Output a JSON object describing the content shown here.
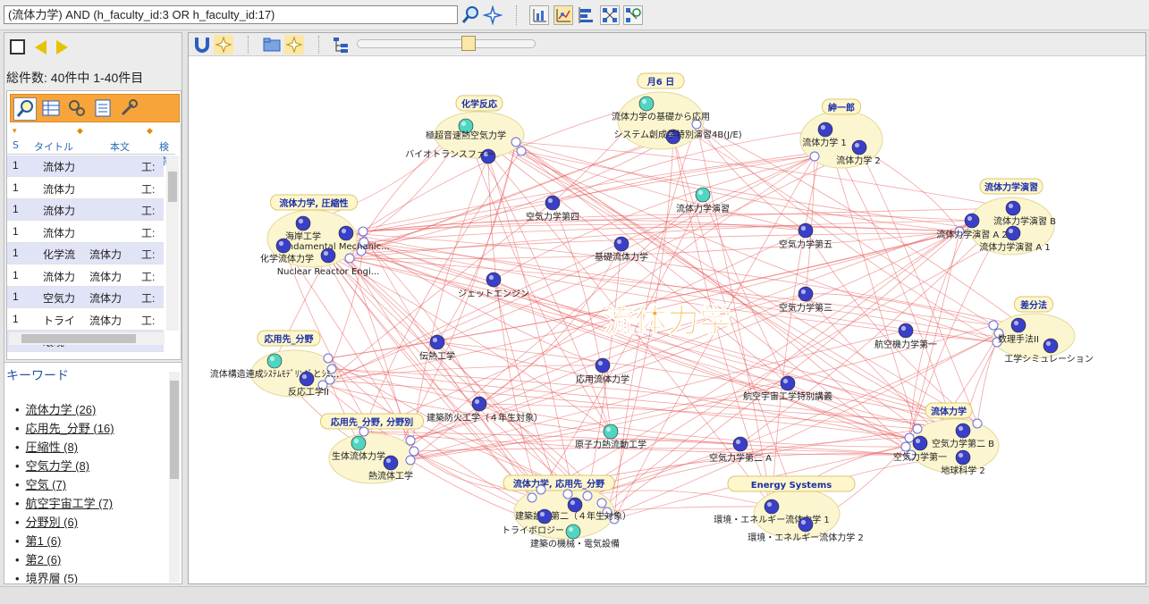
{
  "search": {
    "query": "(流体力学) AND (h_faculty_id:3 OR h_faculty_id:17)"
  },
  "results": {
    "total_label": "総件数: 40件中 1-40件目"
  },
  "table": {
    "headers": [
      "S",
      "タイトル",
      "本文",
      "検索"
    ],
    "rows": [
      [
        "1",
        "流体力",
        "",
        "工:"
      ],
      [
        "1",
        "流体力",
        "",
        "工:"
      ],
      [
        "1",
        "流体力",
        "",
        "工:"
      ],
      [
        "1",
        "流体力",
        "",
        "工:"
      ],
      [
        "1",
        "化学流",
        "流体力",
        "工:"
      ],
      [
        "1",
        "流体力",
        "流体力",
        "工:"
      ],
      [
        "1",
        "空気力",
        "流体力",
        "工:"
      ],
      [
        "1",
        "トライ",
        "流体力",
        "工:"
      ],
      [
        "1",
        "環境",
        "",
        ""
      ]
    ]
  },
  "keywords": {
    "title": "キーワード",
    "items": [
      "流体力学 (26)",
      "応用先_分野 (16)",
      "圧縮性 (8)",
      "空気力学 (8)",
      "空気 (7)",
      "航空宇宙工学 (7)",
      "分野別 (6)",
      "第1 (6)",
      "第2 (6)",
      "境界層 (5)"
    ]
  },
  "graph": {
    "center_label": "流体力学",
    "center_color": "#f5a623",
    "node_color": "#3a3fc8",
    "leaf_color": "#4fd6c0",
    "edge_color": "#e85a5a",
    "group_fill": "#fbf6d0",
    "group_label_color": "#1a2fa8",
    "groups": [
      {
        "label": "化学反応",
        "items": [
          "極超音速熱空気力学",
          "バイオトランスファー"
        ]
      },
      {
        "label": "月6 日",
        "items": [
          "流体力学の基礎から応用",
          "システム創成学特別演習4B(J/E)"
        ]
      },
      {
        "label": "紳一郎",
        "items": [
          "流体力学 1",
          "流体力学 2"
        ]
      },
      {
        "label": "流体力学演習",
        "items": [
          "流体力学演習 B",
          "流体力学演習 A 2",
          "流体力学演習 A 1"
        ]
      },
      {
        "label": "流体力学, 圧縮性",
        "items": [
          "海岸工学",
          "Fundamental Mechanic...",
          "化学流体力学",
          "Nuclear Reactor Engi..."
        ]
      },
      {
        "label": "応用先_分野",
        "items": [
          "流体構造連成ｼｽﾃﾑﾓﾃﾞﾘﾝｸﾞとｼﾐ...",
          "反応工学II"
        ]
      },
      {
        "label": "差分法",
        "items": [
          "数理手法II",
          "工学シミュレーション"
        ]
      },
      {
        "label": "流体力学",
        "items": [
          "空気力学第二 B",
          "空気力学第一",
          "地球科学 2"
        ]
      },
      {
        "label": "応用先_分野, 分野別",
        "items": [
          "生体流体力学",
          "熱流体工学"
        ]
      },
      {
        "label": "流体力学, 応用先_分野",
        "items": [
          "建築設備第二（４年生対象）",
          "トライボロジー",
          "建築の機械・電気設備"
        ]
      },
      {
        "label": "Energy Systems",
        "items": [
          "環境・エネルギー流体力学 1",
          "環境・エネルギー流体力学 2"
        ]
      }
    ],
    "nodes": [
      "空気力学第四",
      "流体力学演習",
      "基礎流体力学",
      "空気力学第五",
      "ジェットエンジン",
      "空気力学第三",
      "航空機力学第一",
      "伝熱工学",
      "応用流体力学",
      "航空宇宙工学特別講義",
      "建築防火工学（４年生対象）",
      "原子力熱流動工学",
      "空気力学第二 A"
    ]
  }
}
